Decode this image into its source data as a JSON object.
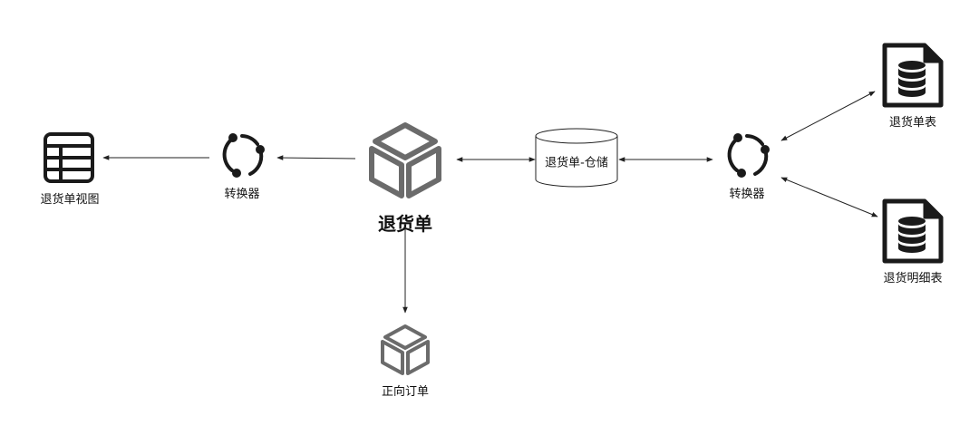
{
  "nodes": {
    "view_table": {
      "label": "退货单视图",
      "icon": "table-icon"
    },
    "converter_left": {
      "label": "转换器",
      "icon": "converter-icon"
    },
    "main_entity": {
      "label": "退货单",
      "icon": "cube-icon"
    },
    "storage": {
      "label": "退货单-仓储",
      "icon": "cylinder-icon"
    },
    "converter_right": {
      "label": "转换器",
      "icon": "converter-icon"
    },
    "table_header": {
      "label": "退货单表",
      "icon": "database-file-icon"
    },
    "table_detail": {
      "label": "退货明细表",
      "icon": "database-file-icon"
    },
    "forward_order": {
      "label": "正向订单",
      "icon": "cube-icon"
    }
  },
  "colors": {
    "cube_stroke": "#6b6b6b",
    "line": "#222222",
    "icon_dark": "#1a1a1a"
  }
}
